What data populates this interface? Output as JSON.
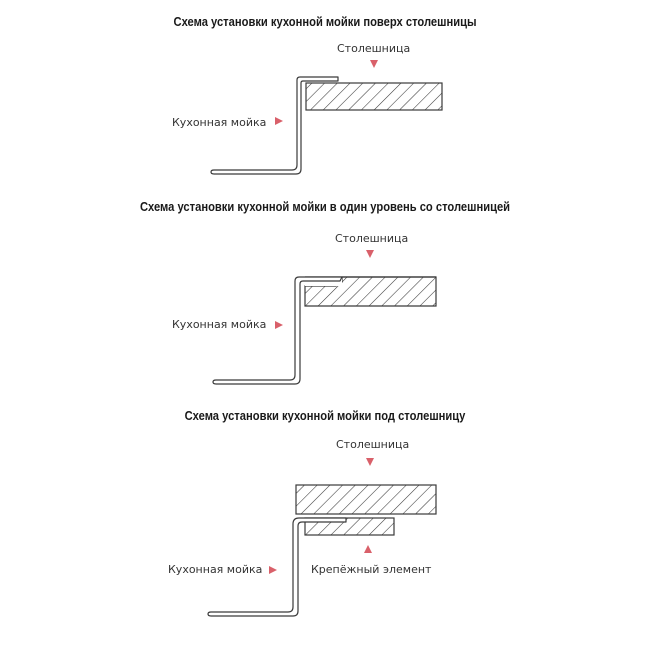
{
  "diagrams": [
    {
      "title": "Схема установки кухонной мойки поверх столешницы",
      "countertop_label": "Столешница",
      "sink_label": "Кухонная мойка"
    },
    {
      "title": "Схема установки кухонной мойки в один уровень со столешницей",
      "countertop_label": "Столешница",
      "sink_label": "Кухонная мойка"
    },
    {
      "title": "Схема установки кухонной мойки под столешницу",
      "countertop_label": "Столешница",
      "sink_label": "Кухонная мойка",
      "fastener_label": "Крепёжный элемент"
    }
  ],
  "colors": {
    "arrow": "#d9606a",
    "line": "#3a3a3a"
  }
}
